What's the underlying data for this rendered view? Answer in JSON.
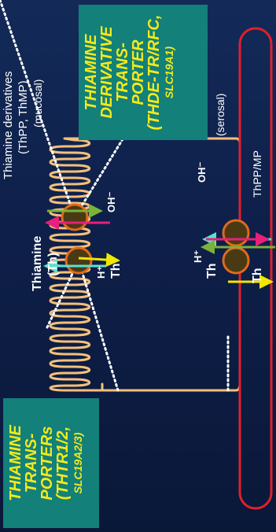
{
  "labels": {
    "thiamine": "Thiamine",
    "thiamine_abbr": "(Th)",
    "derivatives": "Thiamine derivatives",
    "derivatives_abbr": "(ThPP, ThMP)",
    "mucosal": "(mucosal)",
    "serosal": "(serosal)",
    "th": "Th",
    "h_plus": "H⁺",
    "oh_minus": "OH⁻",
    "thpp_mp": "ThPP/MP"
  },
  "box_left": {
    "line1": "THIAMINE",
    "line2": "TRANS-",
    "line3": "PORTERs",
    "line4": "(THTR1/2,",
    "line5": "SLC19A2/3)"
  },
  "box_right": {
    "line1": "THIAMINE",
    "line2": "DERIVATIVE",
    "line3": "TRANS-",
    "line4": "PORTER",
    "line5": "(THDE-TR/RFC,",
    "line6": "SLC19A1)"
  },
  "colors": {
    "background": "#0e1f49",
    "box": "#13807a",
    "box_text": "#f3ea1a",
    "membrane": "#f4c07a",
    "vessel": "#e0202c",
    "thiamine_arrow": "#f2e600",
    "proton_arrow": "#5fe0d0",
    "derivative_arrow": "#e8207a",
    "hydroxide_arrow": "#7ab23a",
    "transporter_fill": "#4a3a14",
    "transporter_ring": "#e06a1a"
  }
}
